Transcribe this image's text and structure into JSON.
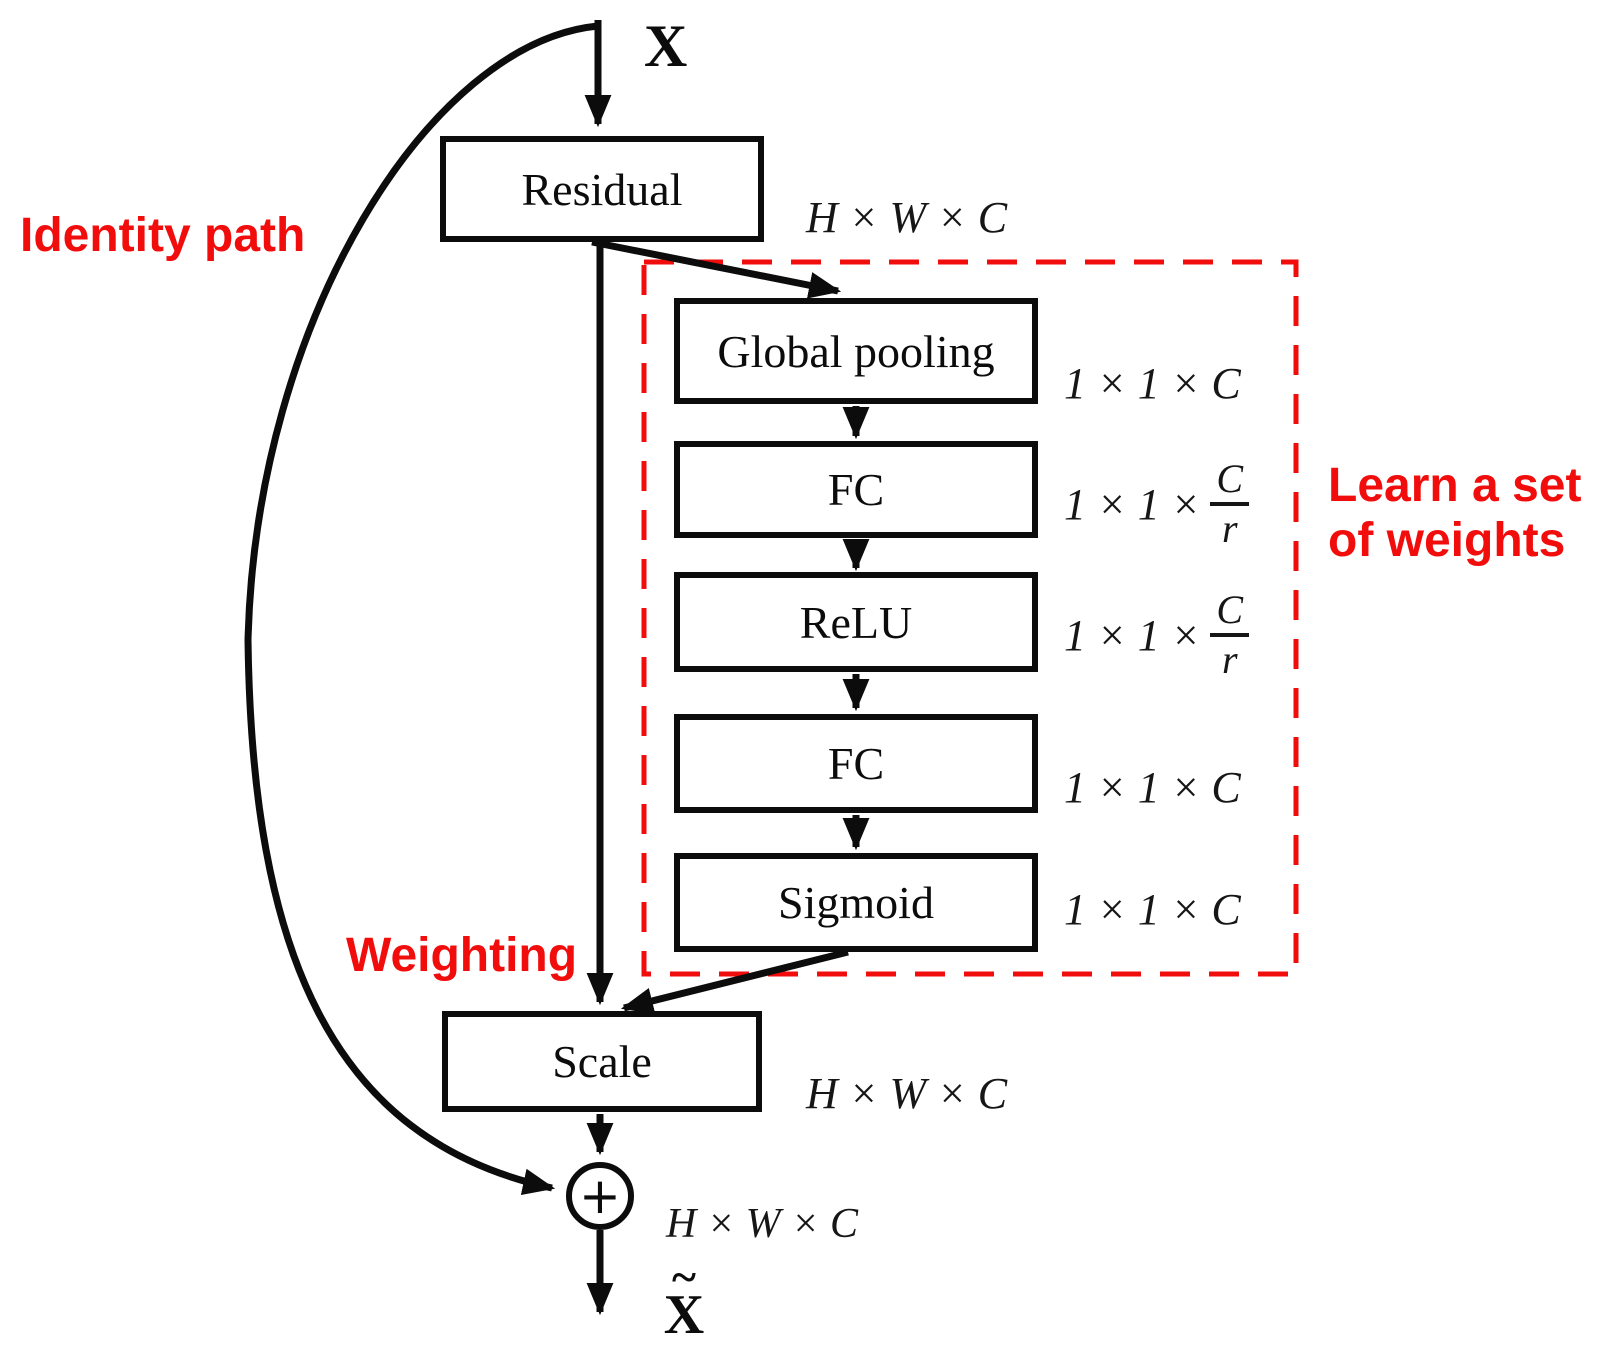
{
  "labels": {
    "input": "X",
    "output_tilde": "~",
    "output_x": "X",
    "identity_path": "Identity path",
    "weighting": "Weighting",
    "learn_line1": "Learn a set",
    "learn_line2": "of weights",
    "add_symbol": "+"
  },
  "nodes": {
    "residual": {
      "label": "Residual",
      "dim": "H × W × C"
    },
    "global_pooling": {
      "label": "Global pooling",
      "dim": "1 × 1 × C"
    },
    "fc1": {
      "label": "FC",
      "dim_prefix": "1 × 1 ×",
      "dim_numerator": "C",
      "dim_denominator": "r"
    },
    "relu": {
      "label": "ReLU",
      "dim_prefix": "1 × 1 ×",
      "dim_numerator": "C",
      "dim_denominator": "r"
    },
    "fc2": {
      "label": "FC",
      "dim": "1 × 1 × C"
    },
    "sigmoid": {
      "label": "Sigmoid",
      "dim": "1 × 1 × C"
    },
    "scale": {
      "label": "Scale",
      "dim": "H × W × C"
    },
    "add": {
      "dim": "H × W × C"
    }
  },
  "colors": {
    "annotation_red": "#f20d0d",
    "line_black": "#0c0c0c",
    "background": "#ffffff"
  }
}
